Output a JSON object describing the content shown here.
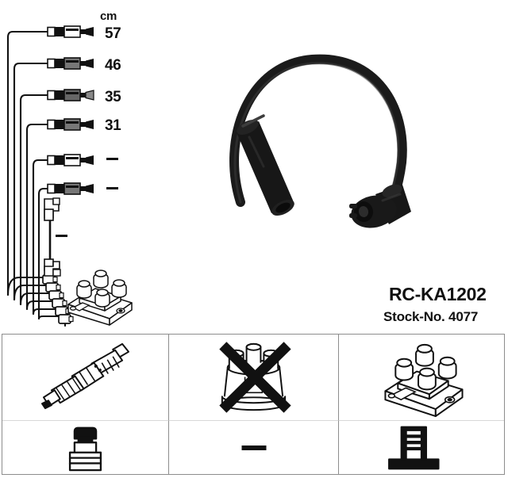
{
  "product": {
    "code": "RC-KA1202",
    "stock_label": "Stock-No. 4077"
  },
  "measurements": {
    "unit_header": "cm",
    "rows": [
      {
        "value": "57",
        "type": "number"
      },
      {
        "value": "46",
        "type": "number"
      },
      {
        "value": "35",
        "type": "number"
      },
      {
        "value": "31",
        "type": "number"
      },
      {
        "value": "—",
        "type": "dash"
      },
      {
        "value": "—",
        "type": "dash"
      },
      {
        "value": "—",
        "type": "dash"
      }
    ]
  },
  "diagram": {
    "harness_label": "ignition-cable-harness",
    "hero_cable_label": "ignition-lead-hero",
    "coil_pack_label": "ignition-coil-pack"
  },
  "panels": {
    "row1": [
      {
        "icon": "spark-plug-icon",
        "state": "included"
      },
      {
        "icon": "distributor-cap-icon",
        "state": "excluded"
      },
      {
        "icon": "ignition-coil-icon",
        "state": "included"
      }
    ],
    "row2": [
      {
        "icon": "spark-plug-boot-icon",
        "state": "included"
      },
      {
        "icon": "dash-placeholder",
        "state": "none",
        "value": "—"
      },
      {
        "icon": "coil-terminal-icon",
        "state": "included"
      }
    ]
  },
  "colors": {
    "ink": "#111111",
    "panel_border": "#8d8d8d",
    "panel_border_light": "#d8d8d8",
    "cable_black": "#181818",
    "background": "#ffffff"
  }
}
